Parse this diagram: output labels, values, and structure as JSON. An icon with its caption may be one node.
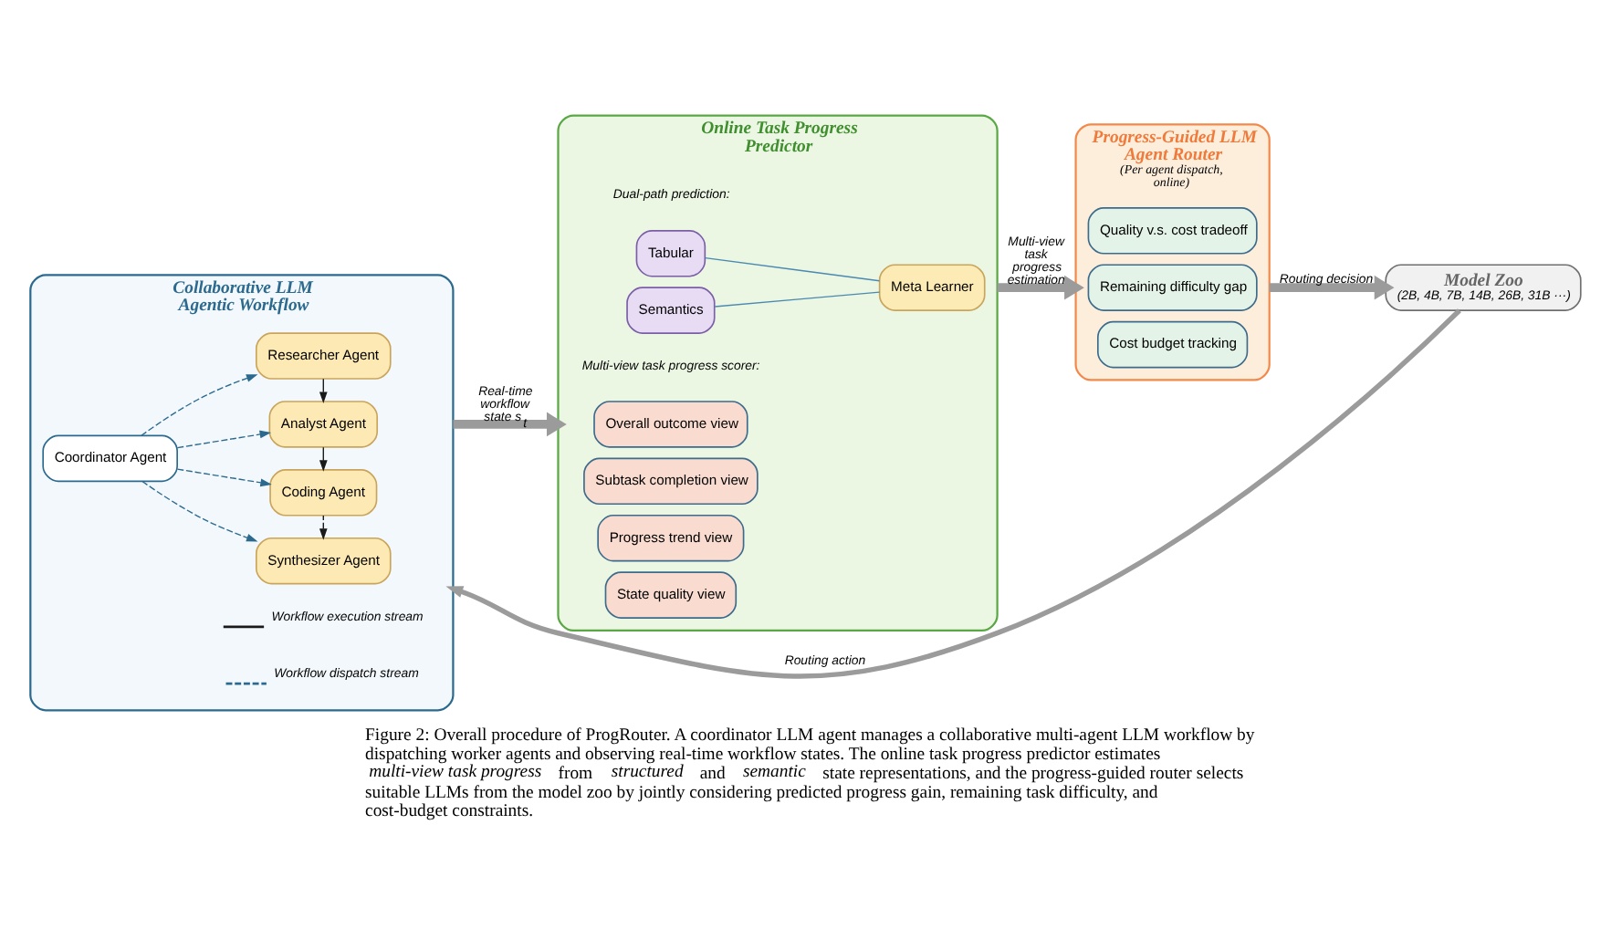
{
  "diagram": {
    "caption": "Figure 2: Overall procedure of ProgRouter. A coordinator LLM agent manages a collaborative multi-agent LLM workflow by dispatching worker agents and observing real-time workflow states. The online task progress predictor estimates *multi-view task progress* from *structured* and *semantic* state representations, and the progress-guided router selects suitable LLMs from the model zoo by jointly considering predicted progress gain, remaining task difficulty, and cost-budget constraints.",
    "nodes": [
      {
        "text": [
          "Collaborative LLM Agentic Workflow"
        ]
      },
      {
        "text": [
          "Coordinator Agent"
        ],
        "in": 0
      },
      {
        "text": [
          "Researcher Agent"
        ],
        "in": 0
      },
      {
        "text": [
          "Analyst Agent"
        ],
        "in": 0
      },
      {
        "text": [
          "Coding Agent"
        ],
        "in": 0
      },
      {
        "text": [
          "Synthesizer Agent"
        ],
        "in": 0
      },
      {
        "text": [
          "Online Task Progress Predictor",
          "Dual-path prediction:",
          "Multi-view task progress scorer:"
        ]
      },
      {
        "text": [
          "Tabular"
        ],
        "in": 6
      },
      {
        "text": [
          "Semantics"
        ],
        "in": 6
      },
      {
        "text": [
          "Meta Learner"
        ],
        "in": 6
      },
      {
        "text": [
          "Overall outcome view"
        ],
        "in": 6
      },
      {
        "text": [
          "Subtask completion view"
        ],
        "in": 6
      },
      {
        "text": [
          "Progress trend view"
        ],
        "in": 6
      },
      {
        "text": [
          "State quality view"
        ],
        "in": 6
      },
      {
        "text": [
          "Progress-Guided LLM Agent Router",
          "(Per agent dispatch, online)"
        ]
      },
      {
        "text": [
          "Quality v.s. cost tradeoff"
        ],
        "in": 14
      },
      {
        "text": [
          "Remaining difficulty gap"
        ],
        "in": 14
      },
      {
        "text": [
          "Cost budget tracking"
        ],
        "in": 14
      },
      {
        "text": [
          "Model Zoo",
          "(2B, 4B, 7B, 14B, 26B, 31B ···)"
        ]
      }
    ],
    "edges": [
      {
        "from": 1,
        "to": 2,
        "arrow": "to",
        "style": "dashed",
        "color": "#2b6a8e"
      },
      {
        "from": 1,
        "to": 3,
        "arrow": "to",
        "style": "dashed",
        "color": "#2b6a8e"
      },
      {
        "from": 1,
        "to": 4,
        "arrow": "to",
        "style": "dashed",
        "color": "#2b6a8e"
      },
      {
        "from": 1,
        "to": 5,
        "arrow": "to",
        "style": "dashed",
        "color": "#2b6a8e"
      },
      {
        "from": 2,
        "to": 3,
        "arrow": "to",
        "color": "#1a1a1a"
      },
      {
        "from": 3,
        "to": 4,
        "arrow": "to",
        "color": "#1a1a1a"
      },
      {
        "from": 4,
        "to": 5,
        "arrow": "to",
        "style": "dashed",
        "color": "#1a1a1a"
      },
      {
        "from": 7,
        "to": 9,
        "arrow": "none",
        "color": "#4a8ab0"
      },
      {
        "from": 8,
        "to": 9,
        "arrow": "none",
        "color": "#4a8ab0"
      },
      {
        "from": 0,
        "to": 6,
        "arrow": "to",
        "label": "Real-time workflow state s$_{t}$",
        "style": "thick",
        "color": "#9b9b9b"
      },
      {
        "from": 6,
        "to": 14,
        "arrow": "to",
        "label": "Multi-view task progress estimation",
        "style": "thick",
        "color": "#9b9b9b"
      },
      {
        "from": 14,
        "to": 18,
        "arrow": "to",
        "label": "Routing decision",
        "style": "thick",
        "color": "#9b9b9b"
      },
      {
        "from": 18,
        "to": 0,
        "arrow": "to",
        "label": "Routing action",
        "style": "thick",
        "color": "#9b9b9b"
      }
    ],
    "legend": [
      {
        "text": "Workflow execution stream"
      },
      {
        "text": "Workflow dispatch stream"
      }
    ]
  }
}
